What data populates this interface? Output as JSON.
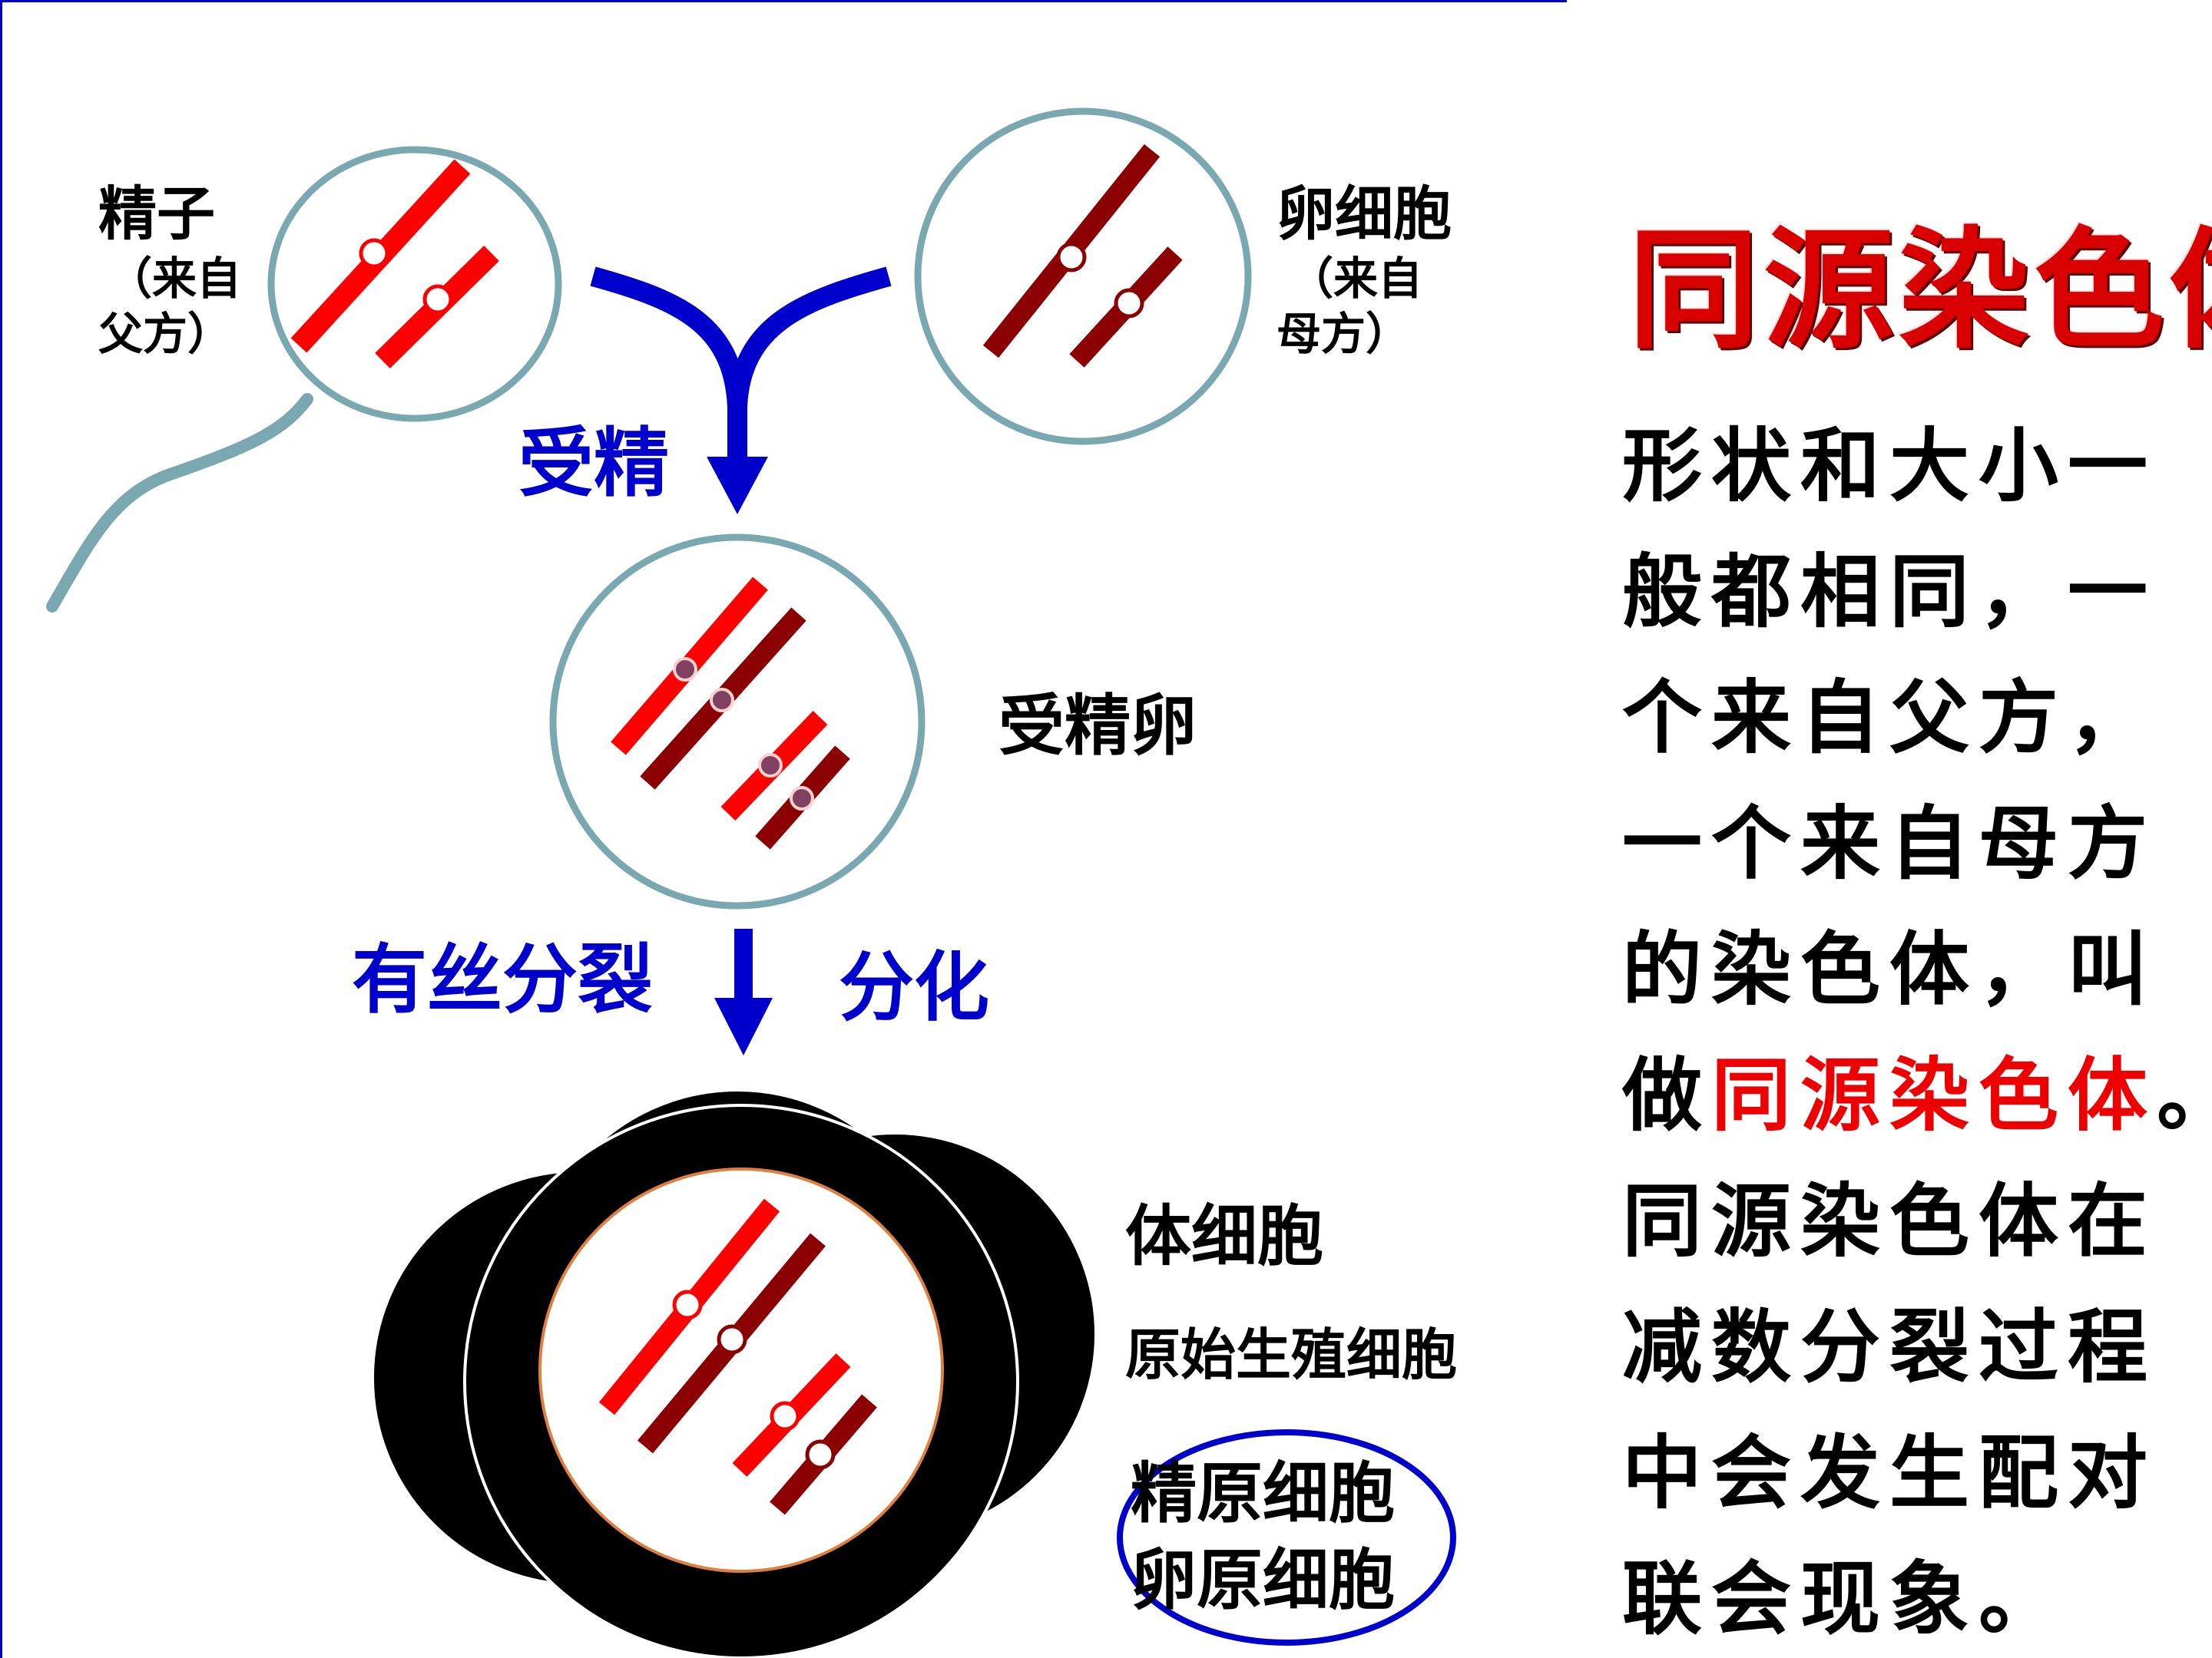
{
  "title": "同源染色体",
  "labels": {
    "sperm": "精子",
    "sperm_origin_1": "（来自",
    "sperm_origin_2": "父方）",
    "egg": "卵细胞",
    "egg_origin_1": "（来自",
    "egg_origin_2": "母方）",
    "fertilization": "受精",
    "zygote": "受精卵",
    "mitosis": "有丝分裂",
    "differentiation": "分化",
    "somatic_cell": "体细胞",
    "primordial_germ_cell": "原始生殖细胞",
    "spermatogonium": "精原细胞",
    "oogonium": "卵原细胞"
  },
  "description": {
    "line1": "形状和大小一",
    "line2": "般都相同，一",
    "line3": "个来自父方，",
    "line4": "一个来自母方",
    "line5": "的染色体，叫",
    "line6_pre": "做",
    "line6_term": "同源染色体",
    "line6_post": "。",
    "line7": "同源染色体在",
    "line8": "减数分裂过程",
    "line9": "中会发生配对",
    "line10": "联会现象。"
  },
  "colors": {
    "paternal": "#ff0000",
    "maternal": "#8b0000",
    "arrow": "#0000cc",
    "cell_border": "#7aa8b0",
    "title": "#d80000"
  }
}
